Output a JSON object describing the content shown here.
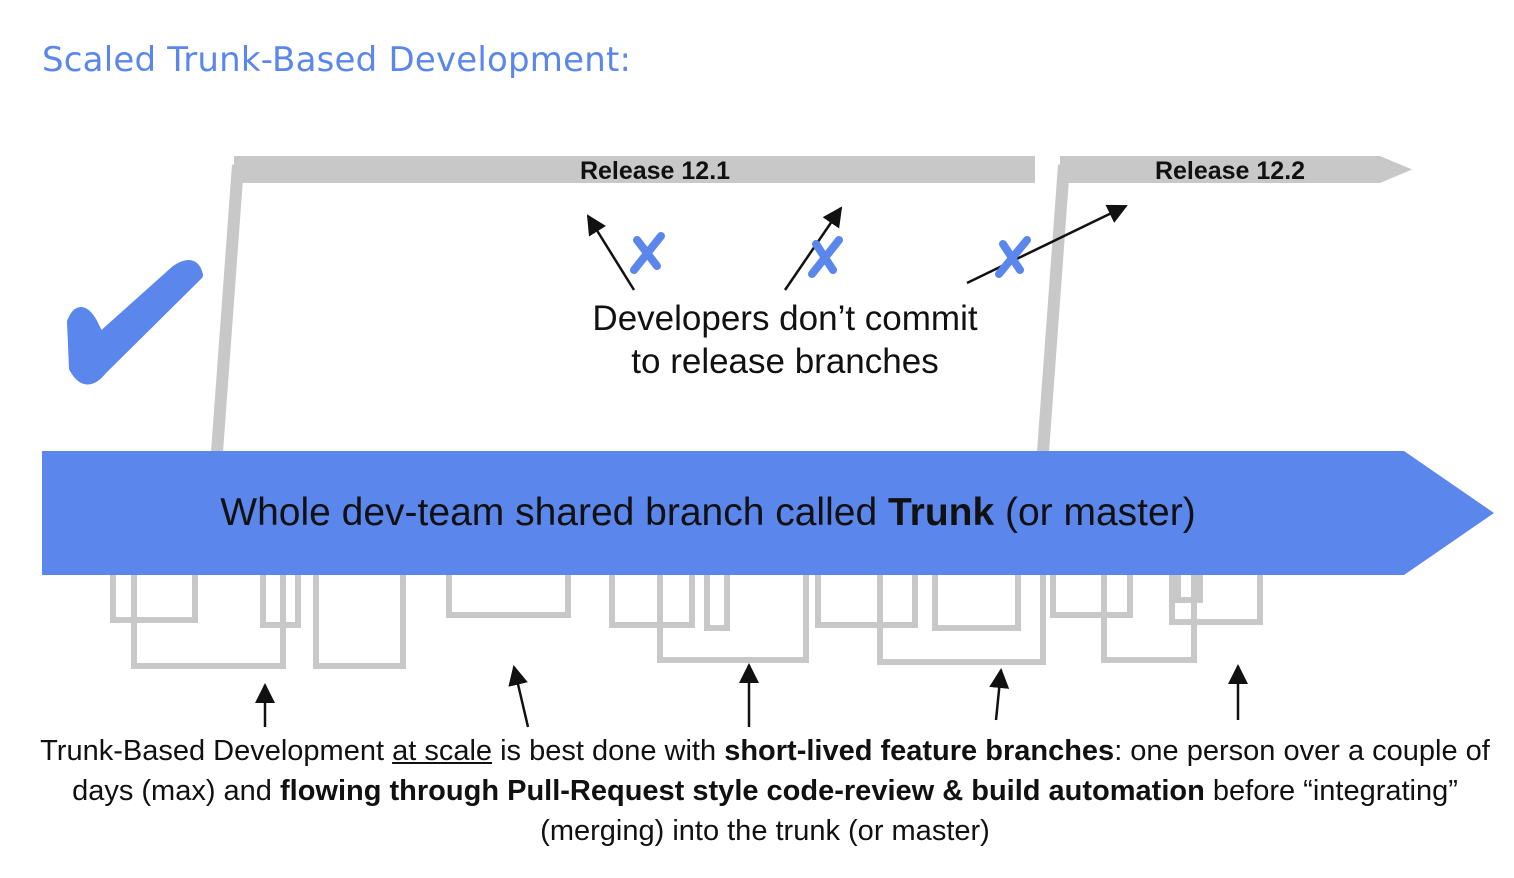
{
  "title": "Scaled Trunk-Based Development:",
  "diagram": {
    "colors": {
      "trunk": "#5b86ec",
      "branch": "#c8c8c8",
      "check": "#5b86ec",
      "cross": "#5b86ec",
      "arrow": "#111111"
    },
    "releases": [
      {
        "label": "Release 12.1"
      },
      {
        "label": "Release 12.2"
      }
    ],
    "release_note": {
      "line1": "Developers don’t commit",
      "line2": "to release branches"
    },
    "trunk": {
      "text_before": "Whole dev-team shared branch called ",
      "text_bold": "Trunk",
      "text_after": " (or master)"
    },
    "check_icon": "checkmark-icon",
    "cross_icon": "x-mark-icon",
    "caption": {
      "p1": "Trunk-Based Development ",
      "p2_underlined": "at scale",
      "p3": " is best done with ",
      "p4_bold": "short-lived feature branches",
      "p5": ": one person over a couple of days (max) and ",
      "p6_bold": "flowing through Pull-Request style code-review & build automation",
      "p7": " before “integrating” (merging) into the trunk (or master)"
    }
  }
}
